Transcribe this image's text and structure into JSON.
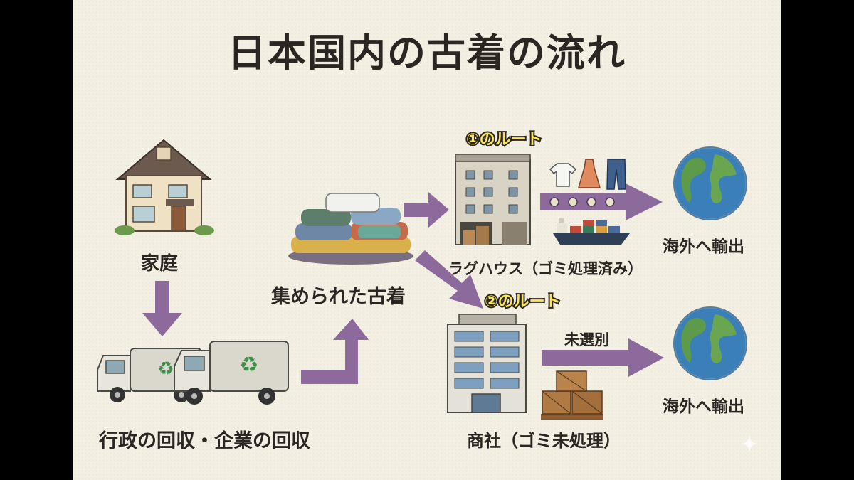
{
  "title": "日本国内の古着の流れ",
  "nodes": {
    "household": "家庭",
    "collection": "行政の回収・企業の回収",
    "collected_clothes": "集められた古着",
    "rag_house": "ラグハウス（ゴミ処理済み）",
    "trading_company": "商社（ゴミ未処理）",
    "export_1": "海外へ輸出",
    "export_2": "海外へ輸出"
  },
  "routes": {
    "route_1": "①のルート",
    "route_2": "②のルート"
  },
  "edge_labels": {
    "unsorted": "未選別"
  },
  "colors": {
    "arrow": "#8c6b9c",
    "route_label": "#ffe94a",
    "background": "#f3efe3"
  },
  "icons": [
    "house-icon",
    "garbage-truck-icon",
    "clothes-pile-icon",
    "factory-building-icon",
    "office-building-icon",
    "globe-icon",
    "cargo-ship-icon",
    "wooden-crates-icon",
    "tshirt-icon",
    "dress-icon",
    "jeans-icon"
  ]
}
